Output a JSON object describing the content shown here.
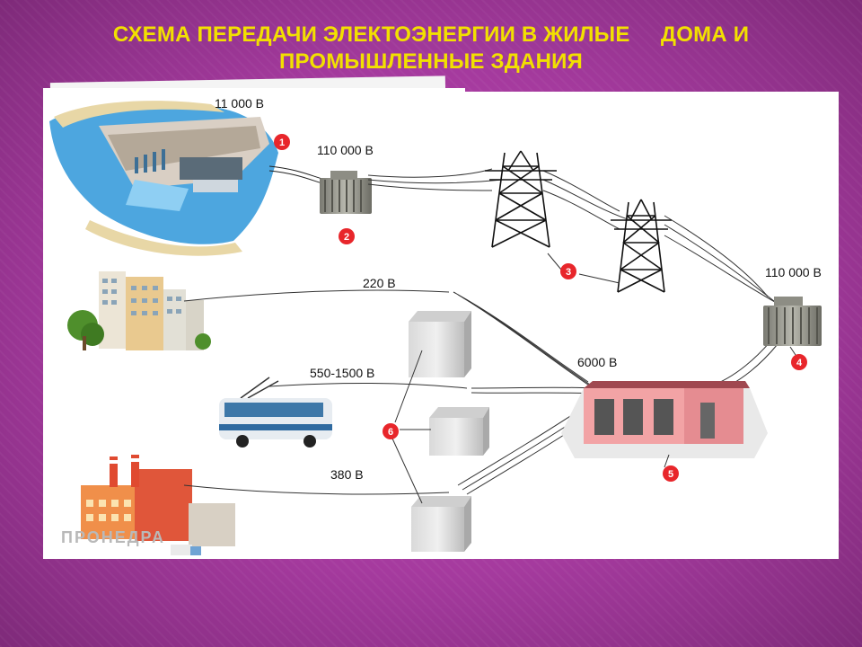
{
  "title": {
    "line1": "СХЕМА ПЕРЕДАЧИ ЭЛЕКТОЭНЕРГИИ В ЖИЛЫЕ     ДОМА И",
    "line2": "ПРОМЫШЛЕННЫЕ ЗДАНИЯ"
  },
  "labels": {
    "v11000": "11 000 В",
    "v110000_top": "110 000 В",
    "v110000_right": "110 000 В",
    "v220": "220 В",
    "v550_1500": "550-1500 В",
    "v6000": "6000 В",
    "v380": "380 В"
  },
  "markers": [
    "1",
    "2",
    "3",
    "4",
    "5",
    "6"
  ],
  "watermark": "ПРОНЕДРА",
  "colors": {
    "title": "#f2e000",
    "marker": "#e8262b",
    "background": "#a53a9e"
  }
}
